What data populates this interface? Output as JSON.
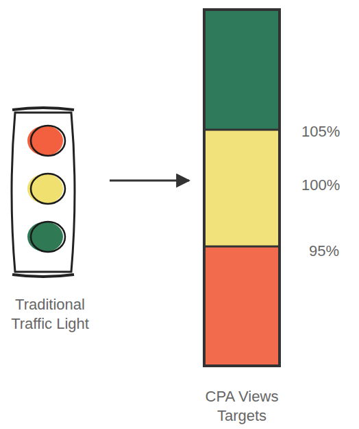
{
  "diagram": {
    "nodes": [
      {
        "text": [
          "Traditional Traffic Light"
        ]
      },
      {
        "text": [
          "CPA Views Targets"
        ]
      }
    ],
    "edges": [
      {
        "from": 0,
        "to": 1,
        "arrow": "to"
      }
    ],
    "labels": [
      "105%",
      "100%",
      "95%"
    ]
  }
}
